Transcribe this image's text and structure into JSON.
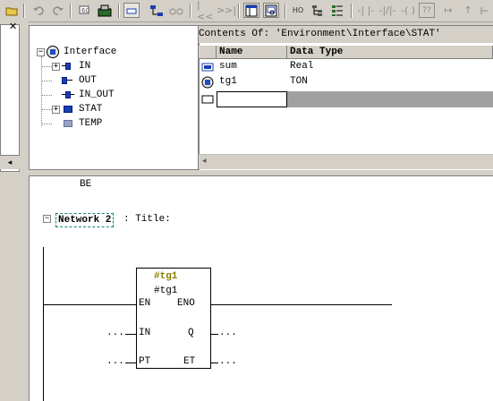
{
  "toolbar": {
    "buttons": [
      {
        "icon": "folder-open-icon"
      },
      {
        "icon": "undo-icon"
      },
      {
        "icon": "redo-icon"
      },
      {
        "icon": "monitor-icon"
      },
      {
        "icon": "download-icon"
      },
      {
        "icon": "overview-icon"
      },
      {
        "icon": "network-icon"
      },
      {
        "icon": "glasses-icon"
      },
      {
        "icon": "first-network-icon",
        "glyph": "|<<"
      },
      {
        "icon": "last-network-icon",
        "glyph": ">>|"
      },
      {
        "icon": "overview-pane-icon"
      },
      {
        "icon": "detail-view-icon"
      },
      {
        "icon": "symbol-info-icon",
        "glyph": "HO"
      },
      {
        "icon": "tree-icon"
      },
      {
        "icon": "list-icon"
      },
      {
        "icon": "no-contact-icon",
        "glyph": "-| |-"
      },
      {
        "icon": "nc-contact-icon",
        "glyph": "-|/|-"
      },
      {
        "icon": "coil-icon",
        "glyph": "-( )"
      },
      {
        "icon": "box-icon",
        "glyph": "??"
      },
      {
        "icon": "open-branch-icon",
        "glyph": "↦"
      },
      {
        "icon": "close-branch-icon",
        "glyph": "↑"
      }
    ]
  },
  "tree": {
    "root": {
      "label": "Interface",
      "expander": "−"
    },
    "items": [
      {
        "label": "IN",
        "expander": "+"
      },
      {
        "label": "OUT",
        "expander": ""
      },
      {
        "label": "IN_OUT",
        "expander": ""
      },
      {
        "label": "STAT",
        "expander": "+"
      },
      {
        "label": "TEMP",
        "expander": ""
      }
    ]
  },
  "contents": {
    "title": "Contents Of: 'Environment\\Interface\\STAT'",
    "columns": [
      "Name",
      "Data Type"
    ],
    "rows": [
      {
        "name": "sum",
        "type": "Real"
      },
      {
        "name": "tg1",
        "type": "TON"
      },
      {
        "name": "",
        "type": ""
      }
    ]
  },
  "editor": {
    "statement": "BE",
    "network": {
      "expander": "−",
      "label": "Network 2",
      "title": ": Title:"
    },
    "block": {
      "instance_top": "#tg1",
      "instance": "#tg1",
      "pins": {
        "en": "EN",
        "eno": "ENO",
        "in": "IN",
        "q": "Q",
        "pt": "PT",
        "et": "ET"
      },
      "placeholder": "..."
    }
  },
  "colors": {
    "window_bg": "#d4d0c8",
    "instance_color": "#8b7d00",
    "selection_grey": "#a0a0a0",
    "network_focus": "#1a8080"
  }
}
